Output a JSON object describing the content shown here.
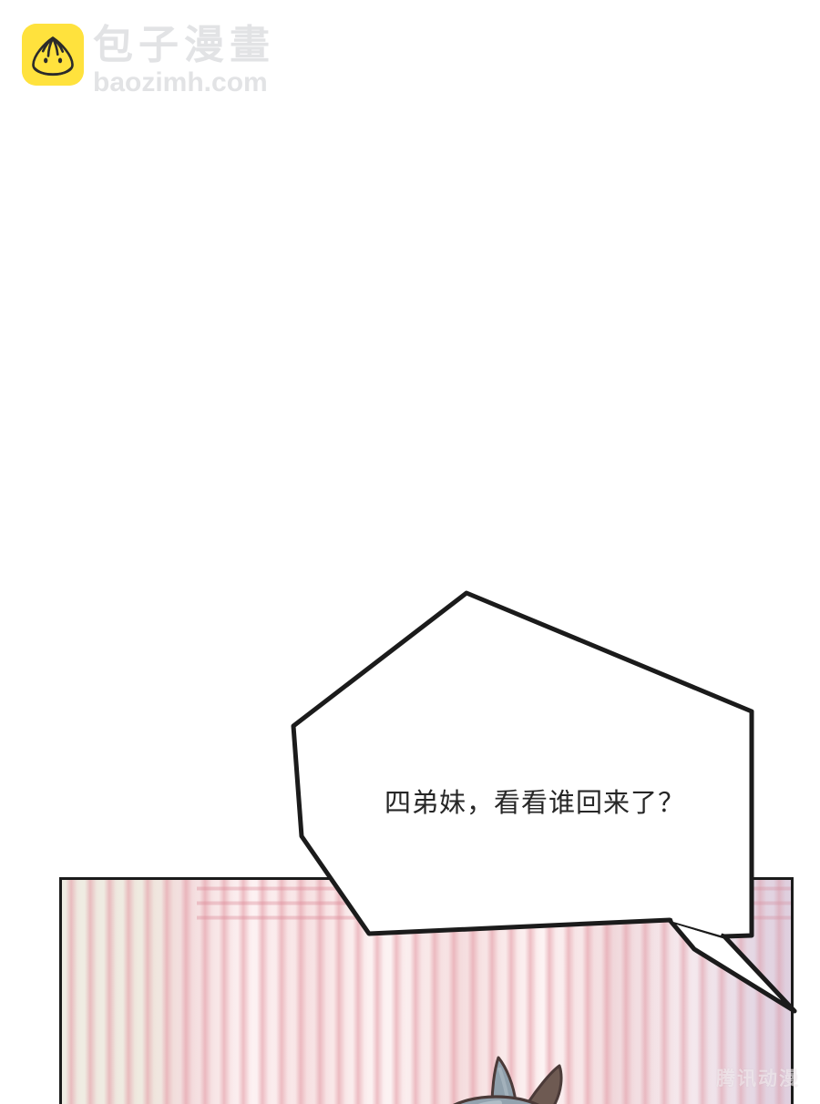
{
  "site": {
    "logo_icon": "baozi-bun-icon",
    "brand_cn": "包子漫畫",
    "brand_domain": "baozimh.com",
    "brand_color": "#ffe23d",
    "watermark_color": "#e2e3e5"
  },
  "panel": {
    "dialogue": {
      "bubble_icon": "speech-bubble",
      "text": "四弟妹，看看谁回来了？",
      "text_color": "#262626",
      "fill_color": "#ffffff",
      "stroke_color": "#1b1b1b"
    },
    "background": {
      "description_icon": "striped-curtain",
      "stripe_color": "#e49ea8",
      "base_color": "#fdf3f3",
      "left_wall_color": "#efece3"
    },
    "character": {
      "icon": "cat-ear-head",
      "hair_color": "#93a2ae",
      "ear_color": "#6e5a52",
      "outline_color": "#4b3a38"
    },
    "border_color": "#1b1b1b"
  },
  "publisher": {
    "watermark": "腾讯动漫"
  }
}
